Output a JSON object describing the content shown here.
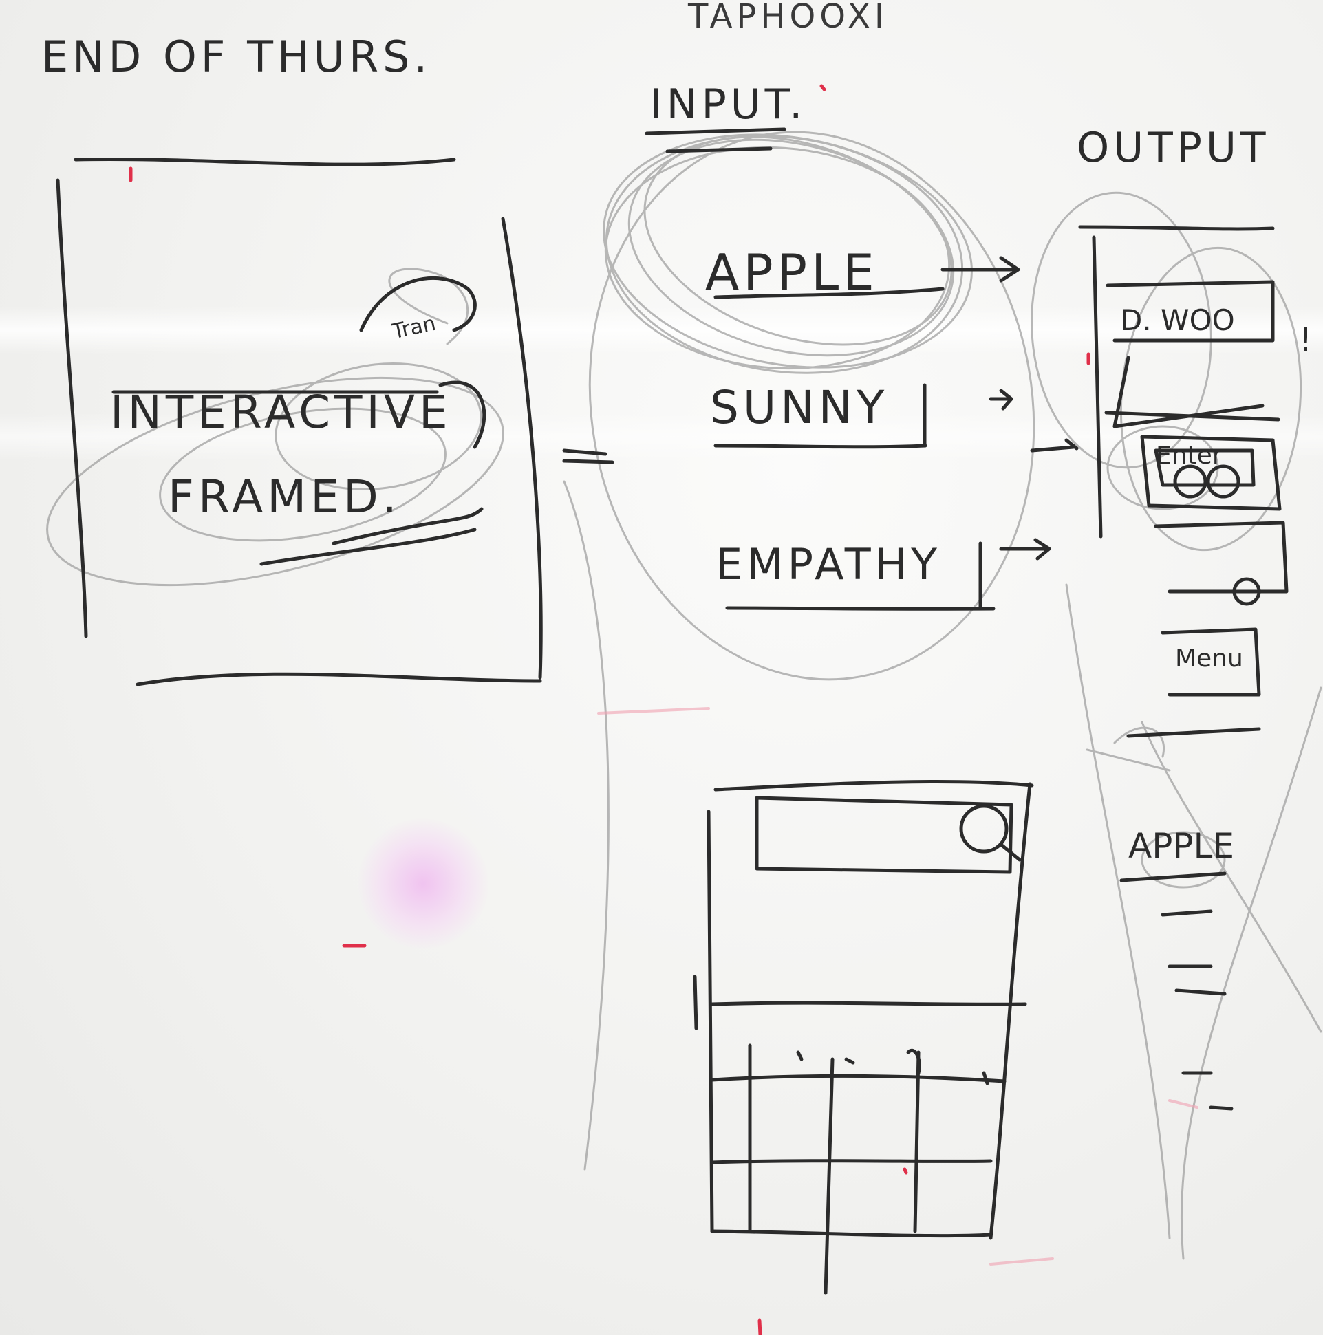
{
  "board": {
    "colors": {
      "surface": "#f2f2f0",
      "ink": "#2b2b2b",
      "ghost_ink": "#8a8a8a",
      "red_marks": "#e0304a"
    }
  },
  "header": {
    "deadline": "END OF THURS.",
    "top_partial": "TAPHOOXI"
  },
  "left_sketch": {
    "title_line1": "INTERACTIVE",
    "title_line2": "FRAMED.",
    "annotation": "Tran"
  },
  "input_column": {
    "heading": "INPUT.",
    "items": [
      "APPLE",
      "SUNNY",
      "EMPATHY"
    ]
  },
  "output_column": {
    "heading": "OUTPUT",
    "cards": [
      "D. WOO",
      "Enter",
      "Menu",
      "APPLE"
    ],
    "exclaim": "!"
  },
  "bottom_sketch": {
    "search_icon": "magnifier-icon"
  }
}
